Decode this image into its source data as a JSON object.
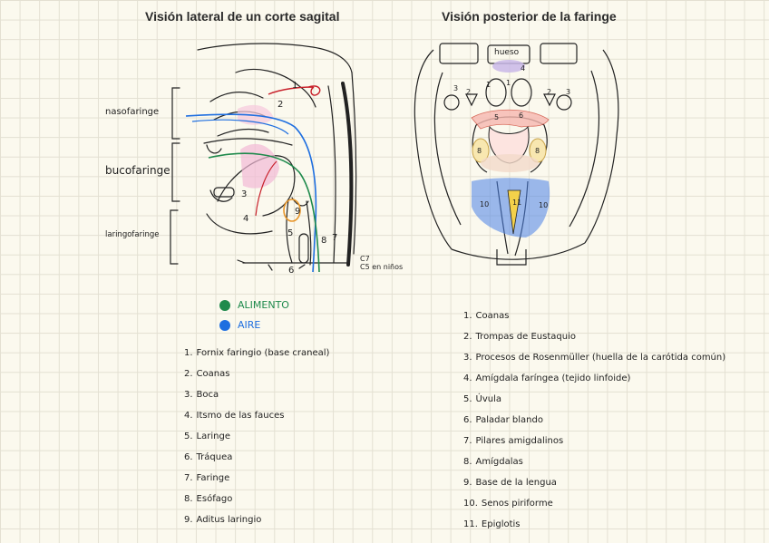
{
  "titles": {
    "left": "Visión lateral de un corte sagital",
    "right": "Visión posterior de la faringe"
  },
  "regions": {
    "naso": "nasofaringe",
    "buco": "bucofaringe",
    "laringo": "laringofaringe"
  },
  "annotations": {
    "c7_line1": "C7",
    "c7_line2": "C5 en niños",
    "hueso": "hueso"
  },
  "legend": {
    "food": {
      "label": "ALIMENTO",
      "color": "#1f8a4c"
    },
    "air": {
      "label": "AIRE",
      "color": "#1f6fe0"
    }
  },
  "list_left": [
    {
      "n": "1.",
      "text": "Fornix faringio (base craneal)"
    },
    {
      "n": "2.",
      "text": "Coanas"
    },
    {
      "n": "3.",
      "text": "Boca"
    },
    {
      "n": "4.",
      "text": "Itsmo de las fauces"
    },
    {
      "n": "5.",
      "text": "Laringe"
    },
    {
      "n": "6.",
      "text": "Tráquea"
    },
    {
      "n": "7.",
      "text": "Faringe"
    },
    {
      "n": "8.",
      "text": "Esófago"
    },
    {
      "n": "9.",
      "text": "Aditus laringio"
    }
  ],
  "list_right": [
    {
      "n": "1.",
      "text": "Coanas"
    },
    {
      "n": "2.",
      "text": "Trompas de Eustaquio"
    },
    {
      "n": "3.",
      "text": "Procesos de Rosenmüller (huella de la carótida común)"
    },
    {
      "n": "4.",
      "text": "Amígdala faríngea (tejido linfoide)"
    },
    {
      "n": "5.",
      "text": "Úvula"
    },
    {
      "n": "6.",
      "text": "Paladar blando"
    },
    {
      "n": "7.",
      "text": "Pilares amigdalinos"
    },
    {
      "n": "8.",
      "text": "Amígdalas"
    },
    {
      "n": "9.",
      "text": "Base de la lengua"
    },
    {
      "n": "10.",
      "text": "Senos piriforme"
    },
    {
      "n": "11.",
      "text": "Epiglotis"
    }
  ],
  "diagram_numbers_left": [
    "1",
    "2",
    "3",
    "4",
    "5",
    "6",
    "7",
    "8",
    "9"
  ],
  "diagram_numbers_right": [
    "1",
    "1",
    "2",
    "2",
    "3",
    "3",
    "4",
    "5",
    "6",
    "8",
    "8",
    "10",
    "10",
    "11"
  ]
}
